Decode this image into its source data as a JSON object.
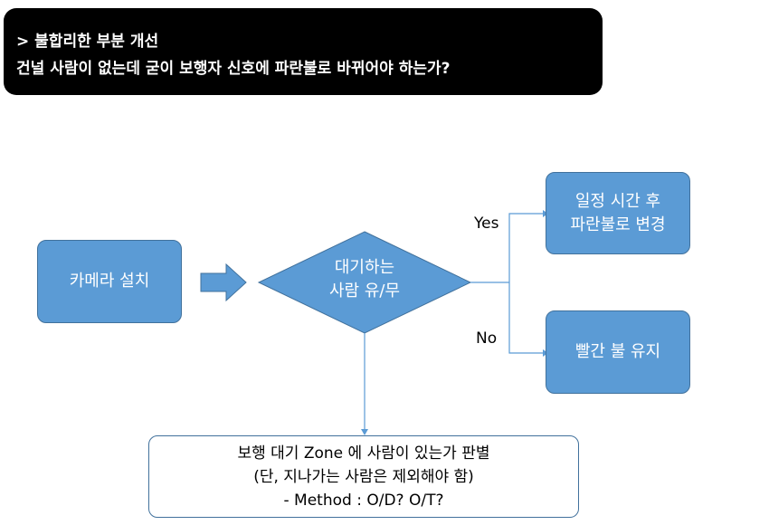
{
  "header": {
    "line1": "> 불합리한 부분 개선",
    "line2": "건널 사람이 없는데 굳이 보행자 신호에 파란불로 바뀌어야 하는가?"
  },
  "nodes": {
    "camera": "카메라 설치",
    "decision_line1": "대기하는",
    "decision_line2": "사람 유/무",
    "yes_line1": "일정 시간 후",
    "yes_line2": "파란불로 변경",
    "no_result": "빨간 불 유지",
    "detect_line1": "보행 대기 Zone 에 사람이 있는가 판별",
    "detect_line2": "(단, 지나가는 사람은 제외해야 함)",
    "detect_line3": "- Method : O/D?  O/T?"
  },
  "edges": {
    "yes_label": "Yes",
    "no_label": "No"
  },
  "colors": {
    "header_bg": "#000000",
    "shape_fill": "#5b9bd5",
    "shape_stroke": "#41719c",
    "connector": "#5b9bd5"
  }
}
